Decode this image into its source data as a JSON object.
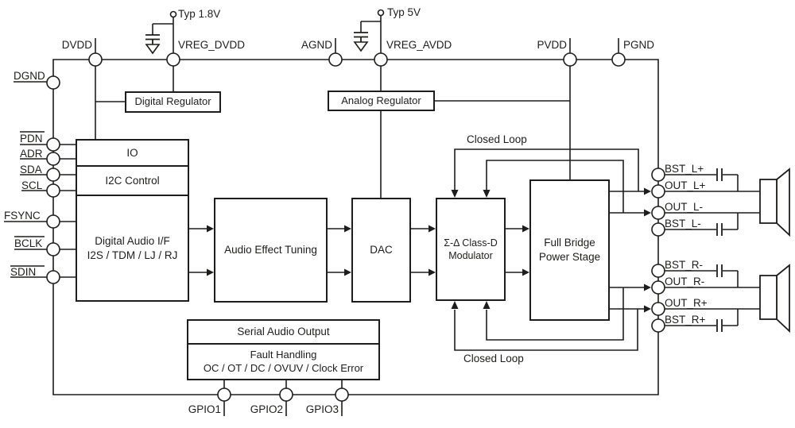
{
  "power": {
    "typ_1v8": "Typ 1.8V",
    "typ_5v": "Typ 5V"
  },
  "pins": {
    "top": {
      "dvdd": "DVDD",
      "vreg_dvdd": "VREG_DVDD",
      "agnd": "AGND",
      "vreg_avdd": "VREG_AVDD",
      "pvdd": "PVDD",
      "pgnd": "PGND"
    },
    "dgnd": "DGND",
    "left": [
      "PDN",
      "ADR",
      "SDA",
      "SCL",
      "FSYNC",
      "BCLK",
      "SDIN"
    ],
    "right": [
      "BST_L+",
      "OUT_L+",
      "OUT_L-",
      "BST_L-",
      "BST_R-",
      "OUT_R-",
      "OUT_R+",
      "BST_R+"
    ],
    "gpio": [
      "GPIO1",
      "GPIO2",
      "GPIO3"
    ]
  },
  "blocks": {
    "digital_regulator": "Digital Regulator",
    "analog_regulator": "Analog Regulator",
    "io": "IO",
    "i2c_control": "I2C Control",
    "daif_1": "Digital Audio I/F",
    "daif_2": "I2S / TDM / LJ / RJ",
    "audio_effect_tuning": "Audio Effect Tuning",
    "dac": "DAC",
    "modulator_1": "Σ-Δ Class-D",
    "modulator_2": "Modulator",
    "full_bridge_1": "Full Bridge",
    "full_bridge_2": "Power Stage",
    "serial_audio_output": "Serial Audio Output",
    "fault_1": "Fault Handling",
    "fault_2": "OC / OT / DC / OVUV / Clock Error"
  },
  "annotations": {
    "closed_loop_top": "Closed Loop",
    "closed_loop_bottom": "Closed Loop"
  },
  "colors": {
    "line": "#1d1d1b",
    "background": "#ffffff"
  }
}
